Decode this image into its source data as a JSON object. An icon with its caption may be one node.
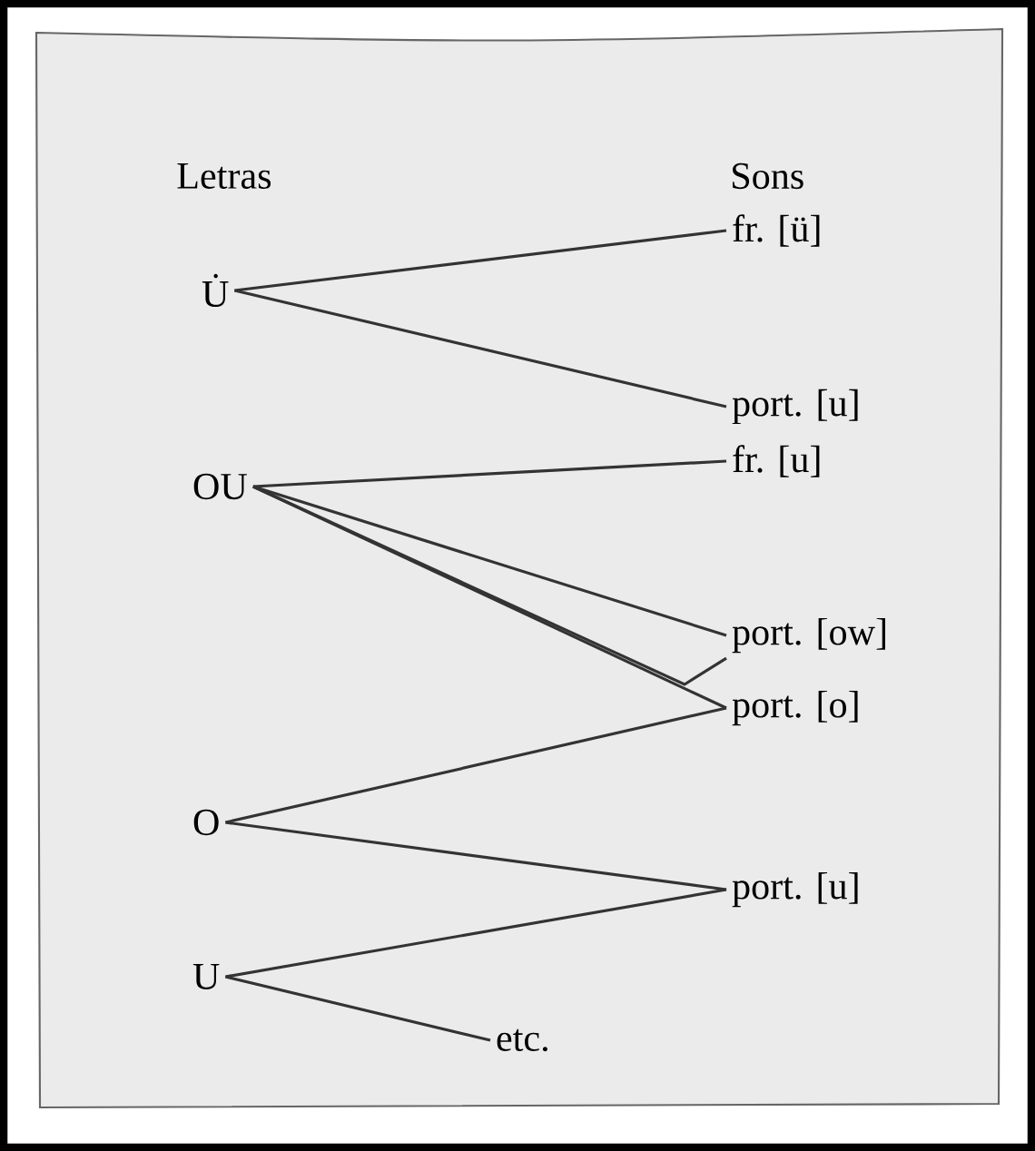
{
  "diagram": {
    "nodes": [
      {
        "text": [
          "U̇"
        ]
      },
      {
        "text": [
          "OU"
        ]
      },
      {
        "text": [
          "O"
        ]
      },
      {
        "text": [
          "U"
        ]
      },
      {
        "text": [
          "fr. [ü]"
        ]
      },
      {
        "text": [
          "port. [u]"
        ]
      },
      {
        "text": [
          "fr. [u]"
        ]
      },
      {
        "text": [
          "port. [ow]"
        ]
      },
      {
        "text": [
          "port. [o]"
        ]
      },
      {
        "text": [
          "port. [u]"
        ]
      },
      {
        "text": [
          "etc."
        ]
      }
    ],
    "edges": [
      {
        "from": 0,
        "to": 4,
        "arrow": "none"
      },
      {
        "from": 0,
        "to": 5,
        "arrow": "none"
      },
      {
        "from": 1,
        "to": 6,
        "arrow": "none"
      },
      {
        "from": 1,
        "to": 7,
        "arrow": "none"
      },
      {
        "from": 1,
        "to": 8,
        "arrow": "none"
      },
      {
        "from": 2,
        "to": 8,
        "arrow": "none"
      },
      {
        "from": 2,
        "to": 9,
        "arrow": "none"
      },
      {
        "from": 3,
        "to": 9,
        "arrow": "none"
      },
      {
        "from": 3,
        "to": 10,
        "arrow": "none"
      },
      {
        "from": 1,
        "to": 7,
        "arrow": "none"
      }
    ],
    "labels": [
      "Letras",
      "Sons"
    ]
  }
}
